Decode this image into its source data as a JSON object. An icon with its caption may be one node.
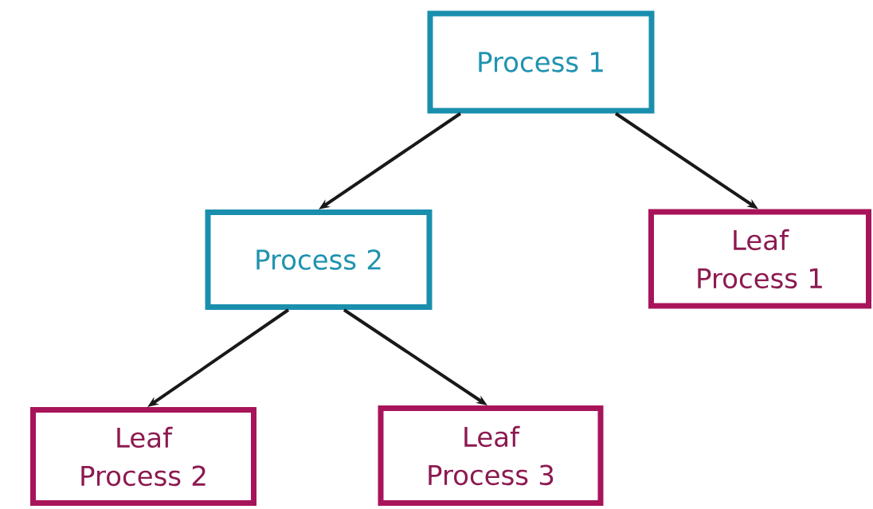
{
  "diagram": {
    "nodes": [
      {
        "text": [
          "Process 1"
        ]
      },
      {
        "text": [
          "Process 2"
        ]
      },
      {
        "text": [
          "Leaf Process 1"
        ]
      },
      {
        "text": [
          "Leaf Process 2"
        ]
      },
      {
        "text": [
          "Leaf Process 3"
        ]
      }
    ],
    "edges": [
      {
        "from": 0,
        "to": 1,
        "arrow": "to"
      },
      {
        "from": 0,
        "to": 2,
        "arrow": "to"
      },
      {
        "from": 1,
        "to": 3,
        "arrow": "to"
      },
      {
        "from": 1,
        "to": 4,
        "arrow": "to"
      }
    ]
  }
}
